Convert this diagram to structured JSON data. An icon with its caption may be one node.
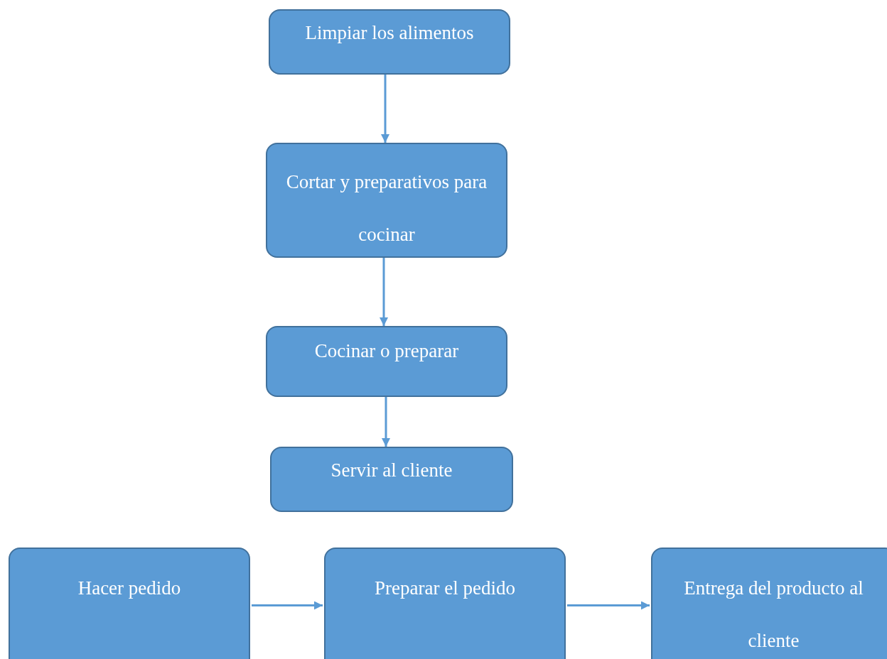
{
  "diagram": {
    "nodes": [
      {
        "text": [
          "Limpiar los alimentos"
        ]
      },
      {
        "text": [
          "Cortar y preparativos para cocinar"
        ]
      },
      {
        "text": [
          "Cocinar o preparar"
        ]
      },
      {
        "text": [
          "Servir al cliente"
        ]
      },
      {
        "text": [
          "Hacer pedido"
        ]
      },
      {
        "text": [
          "Preparar el pedido"
        ]
      },
      {
        "text": [
          "Entrega del producto al cliente"
        ]
      }
    ],
    "edges": [
      {
        "from": 0,
        "to": 1,
        "arrow": "to"
      },
      {
        "from": 1,
        "to": 2,
        "arrow": "to"
      },
      {
        "from": 2,
        "to": 3,
        "arrow": "to"
      },
      {
        "from": 4,
        "to": 5,
        "arrow": "to"
      },
      {
        "from": 5,
        "to": 6,
        "arrow": "to"
      }
    ]
  }
}
